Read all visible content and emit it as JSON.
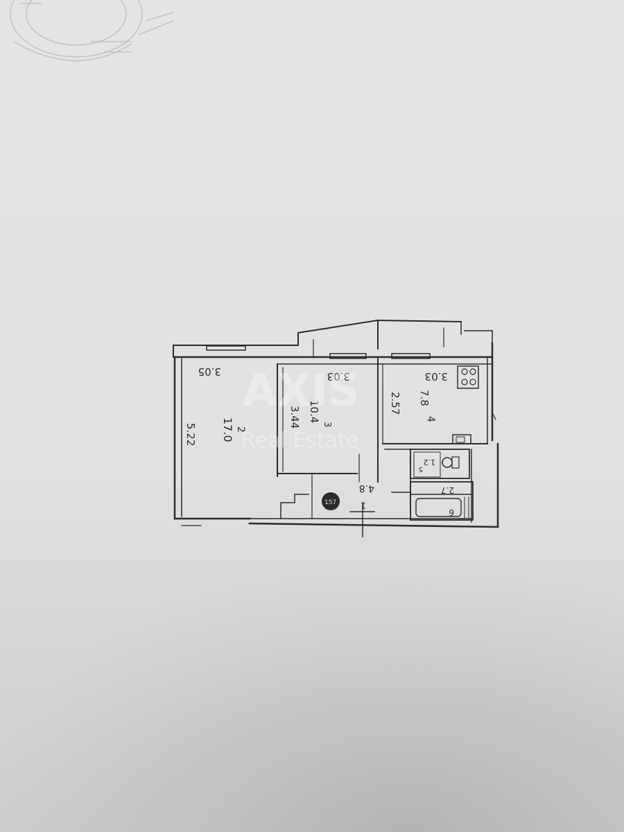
{
  "watermark": {
    "brand": "AXIS",
    "tagline": "Real Estate"
  },
  "rooms": [
    {
      "id": "1",
      "area": "4.8",
      "width": "",
      "length": ""
    },
    {
      "id": "2",
      "area": "17.0",
      "width": "3.05",
      "length": "5.22"
    },
    {
      "id": "3",
      "area": "10.4",
      "width": "3.03",
      "length": "3.44"
    },
    {
      "id": "4",
      "area": "7.8",
      "width": "3.03",
      "length": "2.57"
    },
    {
      "id": "5",
      "area": "1.2",
      "width": "",
      "length": ""
    },
    {
      "id": "6",
      "area": "2.7",
      "width": "",
      "length": ""
    }
  ],
  "marker": "157",
  "colors": {
    "line": "#2a2a2a",
    "paper": "#e2e2e0"
  }
}
